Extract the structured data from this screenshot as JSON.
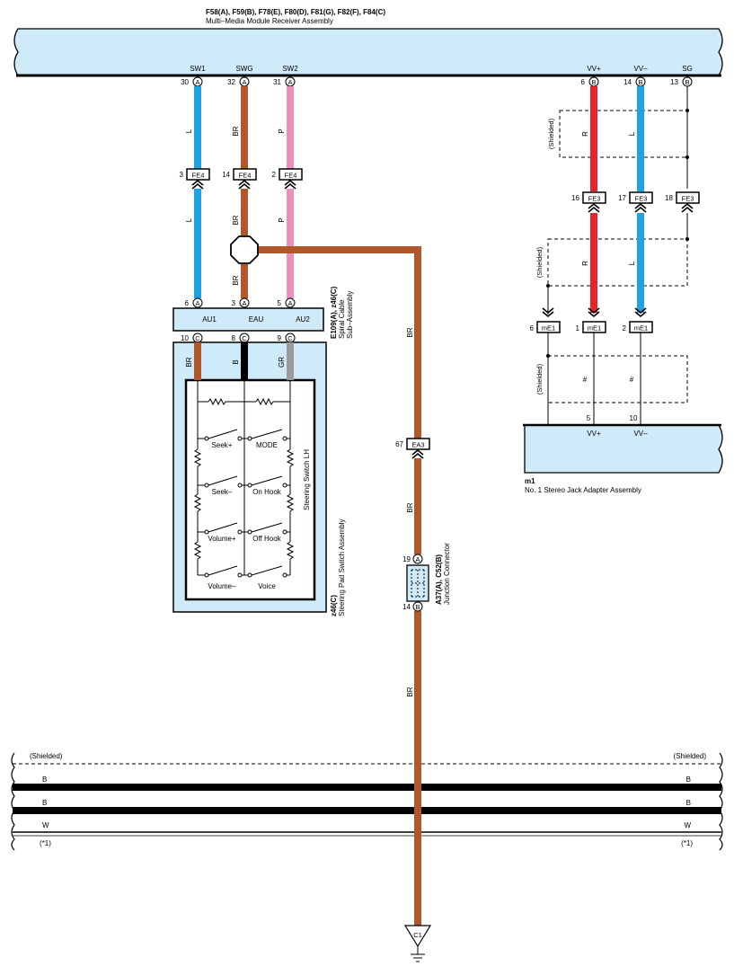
{
  "receiver": {
    "connector_ids": "F58(A), F59(B), F78(E), F80(D), F81(G), F82(F), F84(C)",
    "name": "Multi–Media Module Receiver Assembly",
    "pins": [
      {
        "signal": "SW1",
        "pin": "30",
        "conn": "A"
      },
      {
        "signal": "SWG",
        "pin": "32",
        "conn": "A"
      },
      {
        "signal": "SW2",
        "pin": "31",
        "conn": "A"
      },
      {
        "signal": "VV+",
        "pin": "6",
        "conn": "B"
      },
      {
        "signal": "VV–",
        "pin": "14",
        "conn": "B"
      },
      {
        "signal": "SG",
        "pin": "13",
        "conn": "B"
      }
    ]
  },
  "fe4": {
    "name": "FE4",
    "pins": [
      "3",
      "14",
      "2"
    ],
    "wire_colors_above": [
      "L",
      "BR",
      "P"
    ],
    "wire_colors_below": [
      "L",
      "BR",
      "P"
    ]
  },
  "fe3": {
    "name": "FE3",
    "pins": [
      "16",
      "17",
      "18"
    ],
    "wire_colors_above": [
      "R",
      "L"
    ],
    "wire_colors_below": [
      "R",
      "L"
    ]
  },
  "me1": {
    "name": "mE1",
    "pins": [
      "6",
      "1",
      "2"
    ]
  },
  "shielded_label": "(Shielded)",
  "spiral_wire_color": "BR",
  "spiral": {
    "connector_ids": "E109(A), z46(C)",
    "name_line1": "Spiral Cable",
    "name_line2": "Sub–Assembly",
    "top_pins": [
      {
        "pin": "6",
        "conn": "A"
      },
      {
        "pin": "3",
        "conn": "A"
      },
      {
        "pin": "5",
        "conn": "A"
      }
    ],
    "terminals": [
      "AU1",
      "EAU",
      "AU2"
    ],
    "bottom_pins": [
      {
        "pin": "10",
        "conn": "C"
      },
      {
        "pin": "8",
        "conn": "C"
      },
      {
        "pin": "9",
        "conn": "C"
      }
    ]
  },
  "steering_pad": {
    "wire_colors": [
      "BR",
      "B",
      "GR"
    ],
    "switch_name": "Steering Switch LH",
    "buttons": [
      {
        "left": "Seek+",
        "right": "MODE"
      },
      {
        "left": "Seek–",
        "right": "On Hook"
      },
      {
        "left": "Volume+",
        "right": "Off Hook"
      },
      {
        "left": "Volume–",
        "right": "Voice"
      }
    ],
    "connector_id": "z46(C)",
    "name": "Steering Pad Switch Assembly"
  },
  "ea3": {
    "name": "EA3",
    "pin": "67"
  },
  "ground_wire": {
    "color_labels": [
      "BR",
      "BR",
      "BR"
    ]
  },
  "junction": {
    "top_pin": "19",
    "top_conn": "A",
    "bottom_pin": "14",
    "bottom_conn": "B",
    "connector_ids": "A37(A), C52(B)",
    "name": "Junction Connector"
  },
  "jack": {
    "hash_mark": "#",
    "pins": [
      "5",
      "10"
    ],
    "terminals": [
      "VV+",
      "VV–"
    ],
    "connector_id": "m1",
    "name": "No. 1 Stereo  Jack Adapter Assembly"
  },
  "bus": {
    "shield_left": "(Shielded)",
    "shield_right": "(Shielded)",
    "wires": [
      {
        "left": "B",
        "right": "B"
      },
      {
        "left": "B",
        "right": "B"
      },
      {
        "left": "W",
        "right": "W"
      }
    ],
    "note_left": "(*1)",
    "note_right": "(*1)"
  },
  "ground": {
    "label": "C1"
  },
  "colors": {
    "box_fill": "#cfeaf8",
    "brown": "#b0572b",
    "blue": "#1fa3e0",
    "pink": "#ef8fc0",
    "red": "#e8232a",
    "gray": "#9a9a9a",
    "black": "#000000"
  }
}
